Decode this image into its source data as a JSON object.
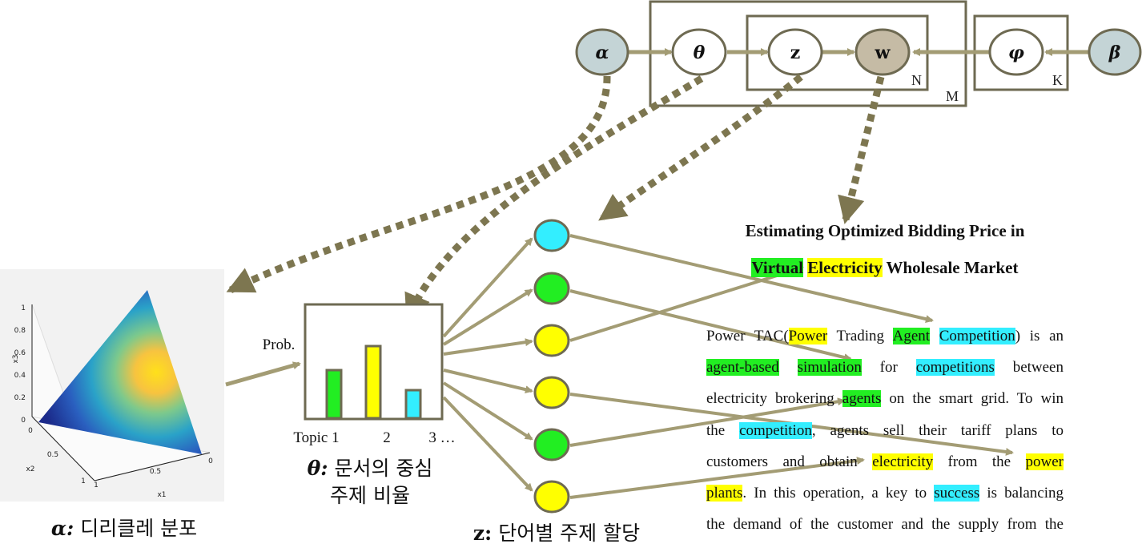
{
  "graphical_model": {
    "nodes": {
      "alpha": "α",
      "theta": "θ",
      "z": "z",
      "w": "w",
      "phi": "φ",
      "beta": "β"
    },
    "plates": {
      "inner": "N",
      "outer": "M",
      "topic": "K"
    }
  },
  "dirichlet_plot": {
    "z_axis_label": "x3",
    "x1_axis_label": "x1",
    "x2_axis_label": "x2",
    "z_ticks": [
      "1",
      "0.8",
      "0.6",
      "0.4",
      "0.2",
      "0"
    ],
    "x1_ticks": [
      "1",
      "0.5",
      "0"
    ],
    "x2_ticks": [
      "0",
      "0.5",
      "1"
    ]
  },
  "theta_chart": {
    "ylabel": "Prob.",
    "tick_labels": [
      "Topic 1",
      "2",
      "3 …"
    ]
  },
  "chart_data": {
    "type": "bar",
    "categories": [
      "Topic 1",
      "2",
      "3 …"
    ],
    "values": [
      0.6,
      0.9,
      0.35
    ],
    "colors": [
      "#22ee22",
      "#ffff00",
      "#33eeff"
    ],
    "ylabel": "Prob.",
    "grid": false,
    "legend": "none"
  },
  "word_nodes": [
    "#33eeff",
    "#22ee22",
    "#ffff00",
    "#ffff00",
    "#22ee22",
    "#ffff00"
  ],
  "captions": {
    "alpha_symbol": "α:",
    "alpha_text": "디리클레 분포",
    "theta_symbol": "θ:",
    "theta_text_1": "문서의 중심",
    "theta_text_2": "주제 비율",
    "z_symbol": "z:",
    "z_text": "단어별 주제 할당"
  },
  "document": {
    "title_line_1": "Estimating Optimized Bidding Price in",
    "title_line_2_hl1": "Virtual",
    "title_line_2_hl2": "Electricity",
    "title_line_2_rest": "Wholesale Market",
    "line1": {
      "a": "Power TAC(",
      "b": "Power",
      "c": " Trading ",
      "d": "Agent",
      "e": " ",
      "f": "Competition",
      "g": ") is an"
    },
    "line2": {
      "a": "agent-based",
      "b": " ",
      "c": "simulation",
      "d": " for ",
      "e": "competitions",
      "f": " between"
    },
    "line3": {
      "a": "electricity brokering ",
      "b": "agents",
      "c": " on the smart grid. To win"
    },
    "line4": {
      "a": "the ",
      "b": "competition",
      "c": ", agents sell their tariff plans to"
    },
    "line5": {
      "a": "customers and obtain ",
      "b": "electricity",
      "c": " from the ",
      "d": "power"
    },
    "line6": {
      "a": "plants",
      "b": ". In this operation, a key to ",
      "c": "success",
      "d": " is balancing"
    },
    "line7": {
      "a": "the demand of the customer and the supply from the"
    }
  },
  "colors": {
    "arrow": "#a39c74",
    "dotted_arrow": "#7d7650",
    "plate": "#6e6a52",
    "observed_node": "#c5bba5",
    "hyper_node": "#c4d4d6"
  }
}
